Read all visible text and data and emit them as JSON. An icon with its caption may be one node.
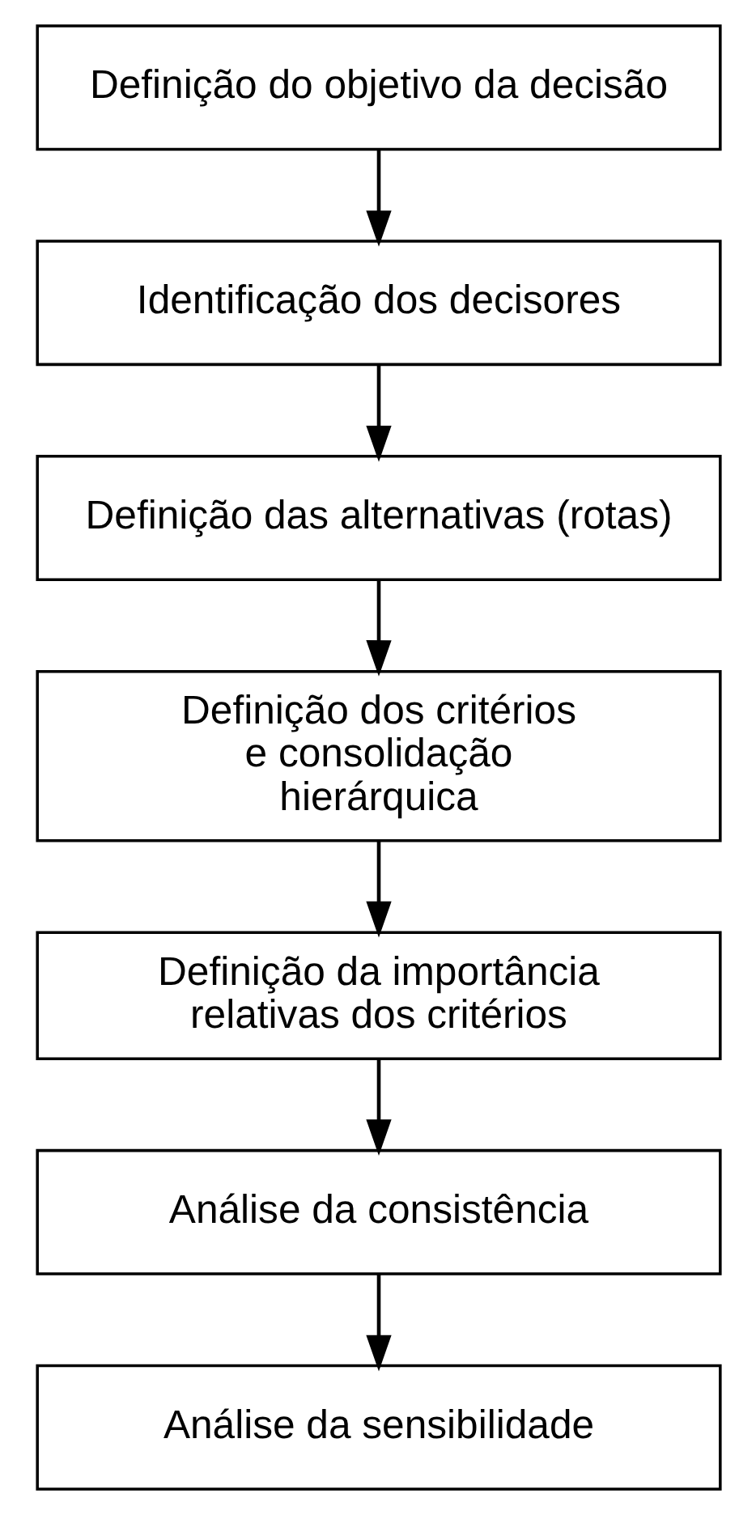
{
  "diagram": {
    "nodes": [
      {
        "text": [
          "Definição do objetivo da decisão"
        ]
      },
      {
        "text": [
          "Identificação dos decisores"
        ]
      },
      {
        "text": [
          "Definição das alternativas (rotas)"
        ]
      },
      {
        "text": [
          "Definição dos critérios e consolidação hierárquica"
        ]
      },
      {
        "text": [
          "Definição da importância relativas dos critérios"
        ]
      },
      {
        "text": [
          "Análise da consistência"
        ]
      },
      {
        "text": [
          "Análise da sensibilidade"
        ]
      }
    ],
    "edges": [
      {
        "from": 0,
        "to": 1,
        "arrow": "to"
      },
      {
        "from": 1,
        "to": 2,
        "arrow": "to"
      },
      {
        "from": 2,
        "to": 3,
        "arrow": "to"
      },
      {
        "from": 3,
        "to": 4,
        "arrow": "to"
      },
      {
        "from": 4,
        "to": 5,
        "arrow": "to"
      },
      {
        "from": 5,
        "to": 6,
        "arrow": "to"
      }
    ]
  }
}
